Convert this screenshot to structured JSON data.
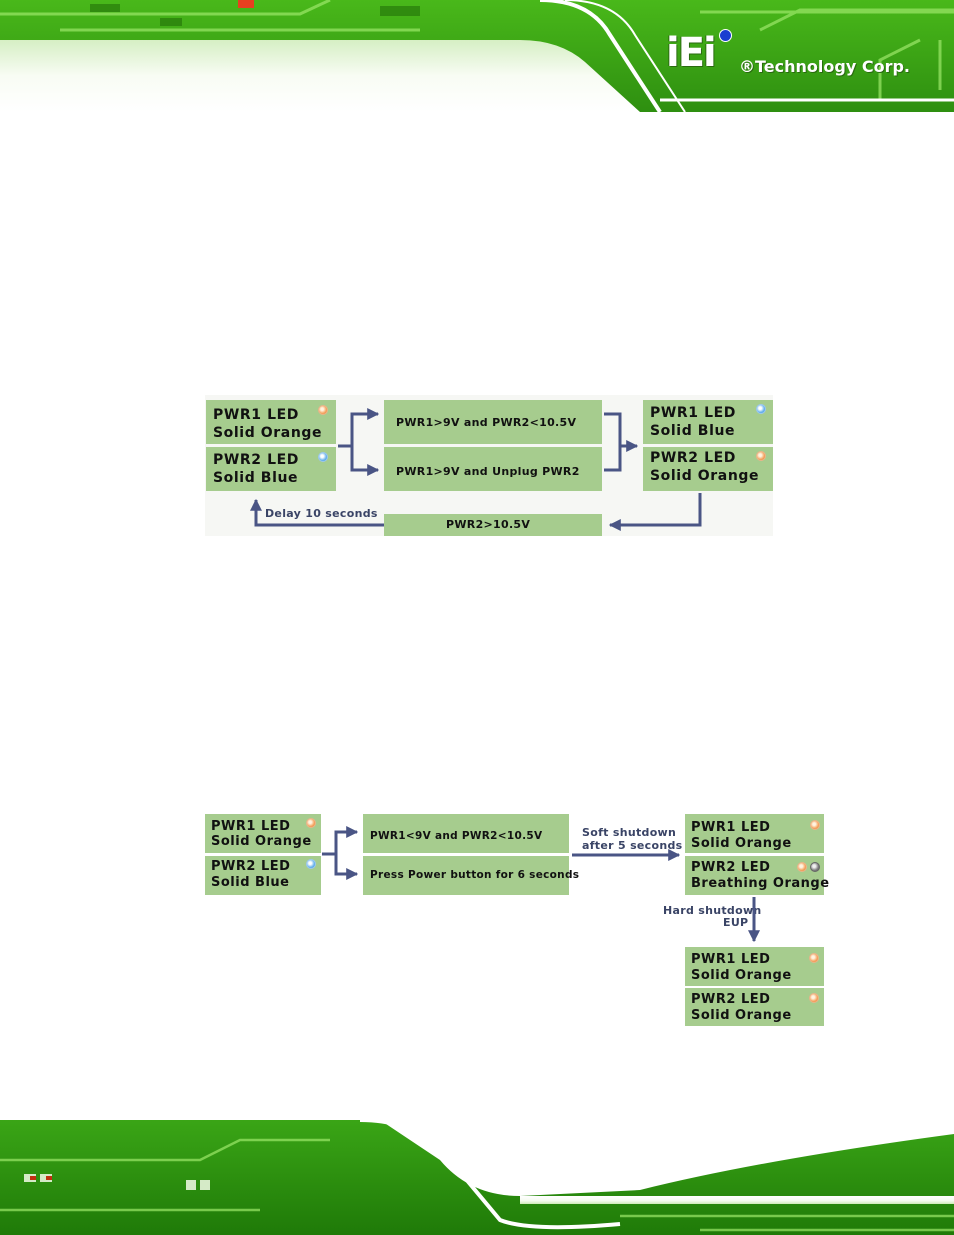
{
  "brand": {
    "logo_mark": "iEi",
    "company": "®Technology Corp."
  },
  "diagram1": {
    "source": {
      "pwr1": {
        "title": "PWR1 LED",
        "state": "Solid Orange",
        "led": "orange"
      },
      "pwr2": {
        "title": "PWR2 LED",
        "state": "Solid Blue",
        "led": "blue"
      }
    },
    "conditions": [
      "PWR1>9V and PWR2<10.5V",
      "PWR1>9V and Unplug PWR2"
    ],
    "target": {
      "pwr1": {
        "title": "PWR1 LED",
        "state": "Solid Blue",
        "led": "blue"
      },
      "pwr2": {
        "title": "PWR2 LED",
        "state": "Solid Orange",
        "led": "orange"
      }
    },
    "return_condition": "PWR2>10.5V",
    "return_note": "Delay 10 seconds"
  },
  "diagram2": {
    "source": {
      "pwr1": {
        "title": "PWR1 LED",
        "state": "Solid Orange",
        "led": "orange"
      },
      "pwr2": {
        "title": "PWR2 LED",
        "state": "Solid Blue",
        "led": "blue"
      }
    },
    "conditions": [
      "PWR1<9V and PWR2<10.5V",
      "Press Power button for 6 seconds"
    ],
    "soft_note": {
      "line1": "Soft shutdown",
      "line2": "after 5 seconds"
    },
    "soft_target": {
      "pwr1": {
        "title": "PWR1 LED",
        "state": "Solid Orange",
        "led": "orange"
      },
      "pwr2": {
        "title": "PWR2 LED",
        "state": "Breathing Orange",
        "led": "orange+gray"
      }
    },
    "hard_note": {
      "line1": "Hard shutdown",
      "line2": "EUP"
    },
    "hard_target": {
      "pwr1": {
        "title": "PWR1 LED",
        "state": "Solid Orange",
        "led": "orange"
      },
      "pwr2": {
        "title": "PWR2 LED",
        "state": "Solid Orange",
        "led": "orange"
      }
    }
  },
  "colors": {
    "box_fill": "#a6cc8e",
    "arrow": "#4a5585",
    "led_orange": "#f5a460",
    "led_blue": "#6ab4ee",
    "header_green": "#5cc81e"
  }
}
